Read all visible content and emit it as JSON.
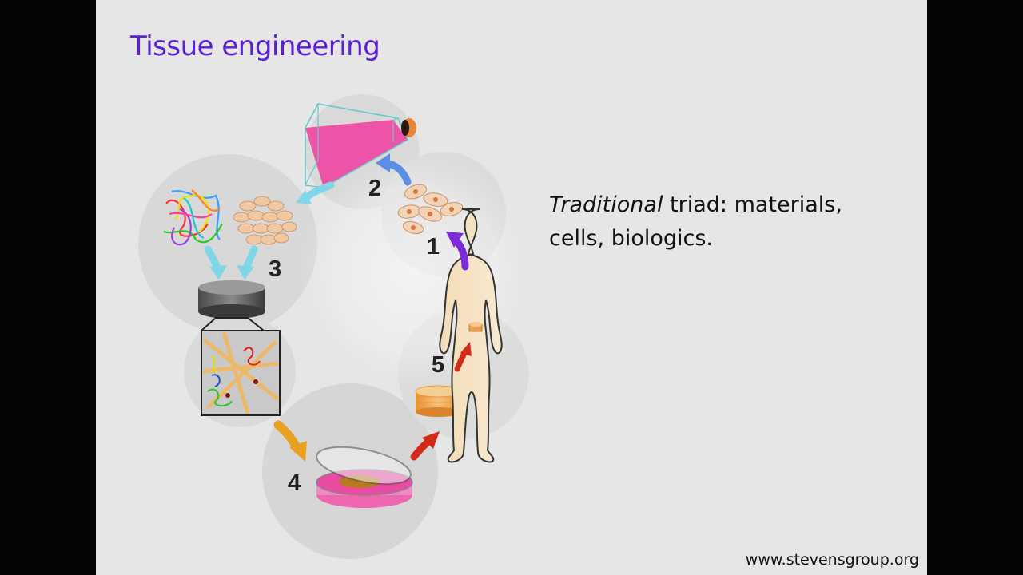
{
  "slide": {
    "title": "Tissue engineering",
    "bullet": {
      "emphasis": "Traditional",
      "text": " triad: materials, cells, biologics."
    },
    "footer": "www.stevensgroup.org"
  },
  "diagram": {
    "steps": [
      {
        "label": "1",
        "arrow_color": "#7d2ad8"
      },
      {
        "label": "2",
        "arrow_color": "#5b8fe6"
      },
      {
        "label": "3",
        "arrow_color": "#7fd6e6"
      },
      {
        "label": "4",
        "arrow_color": "#e8a020"
      },
      {
        "label": "5",
        "arrow_color": "#d42a1a"
      }
    ],
    "icons": [
      "culture-flask-icon",
      "cells-icon",
      "fibers-icon",
      "scaffold-cube-icon",
      "petri-dish-icon",
      "tissue-construct-icon",
      "human-figure-icon"
    ]
  },
  "colors": {
    "title": "#5b1fd6",
    "slide_background": "#e6e6e6",
    "frame": "#050505"
  }
}
